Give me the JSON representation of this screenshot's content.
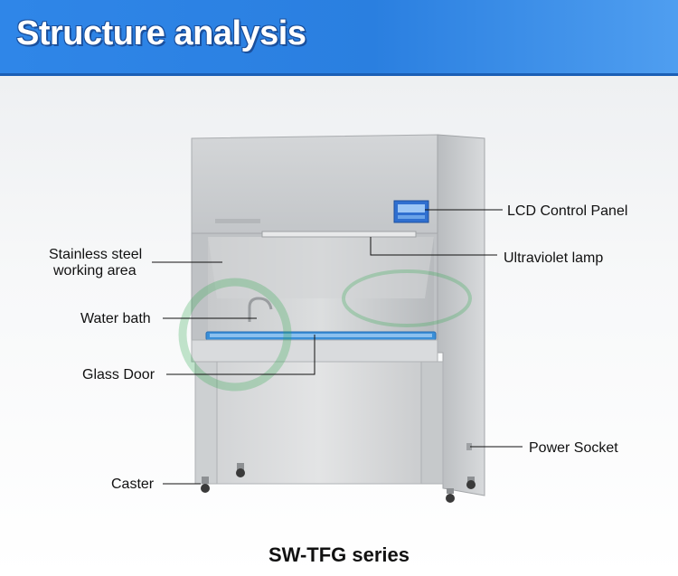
{
  "banner": {
    "title": "Structure analysis"
  },
  "callouts": {
    "lcd_panel": "LCD Control Panel",
    "uv_lamp": "Ultraviolet lamp",
    "stainless_line1": "Stainless steel",
    "stainless_line2": "working area",
    "water_bath": "Water bath",
    "glass_door": "Glass Door",
    "power_socket": "Power Socket",
    "caster": "Caster"
  },
  "product": {
    "series": "SW-TFG series"
  },
  "colors": {
    "banner_blue": "#2f86e8",
    "steel": "#c9cccf",
    "accent_blue": "#3a8fd8",
    "lcd_blue": "#2f6fd0"
  }
}
